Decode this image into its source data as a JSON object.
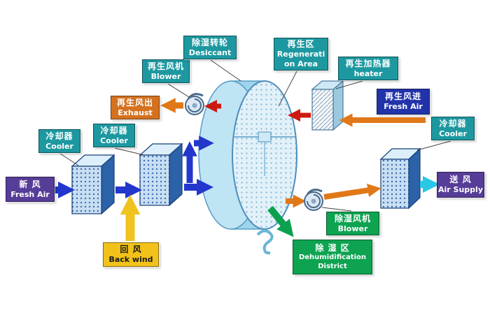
{
  "diagram": {
    "labels": {
      "fresh_air_in": {
        "zh": "新  风",
        "en": "Fresh Air"
      },
      "cooler1": {
        "zh": "冷却器",
        "en": "Cooler"
      },
      "cooler2": {
        "zh": "冷却器",
        "en": "Cooler"
      },
      "back_wind": {
        "zh": "回  风",
        "en": "Back wind"
      },
      "regen_blower": {
        "zh": "再生风机",
        "en": "Blower"
      },
      "exhaust": {
        "zh": "再生风出",
        "en": "Exhaust"
      },
      "desiccant": {
        "zh": "除湿转轮",
        "en": "Desiccant"
      },
      "regen_area": {
        "zh": "再生区",
        "en1": "Regenerati",
        "en2": "on Area"
      },
      "heater": {
        "zh": "再生加热器",
        "en": "heater"
      },
      "regen_fresh_air": {
        "zh": "再生风进",
        "en": "Fresh Air"
      },
      "cooler3": {
        "zh": "冷却器",
        "en": "Cooler"
      },
      "air_supply": {
        "zh": "送  风",
        "en": "Air Supply"
      },
      "dehum_blower": {
        "zh": "除湿风机",
        "en": "Blower"
      },
      "dehum_district": {
        "zh": "除 湿 区",
        "en1": "Dehumidification",
        "en2": "District"
      }
    },
    "colors": {
      "label_teal": "#1d98a0",
      "label_purple": "#563d97",
      "label_orange": "#d4711f",
      "label_yellow": "#f2c21a",
      "label_blue": "#2233aa",
      "label_green": "#0ea351",
      "arrow_blue": "#2337cc",
      "arrow_yellow": "#f0c31f",
      "arrow_red": "#cc1a10",
      "arrow_orange": "#e07818",
      "arrow_cyan": "#29c8e6",
      "arrow_green": "#0ba14f",
      "wheel_body": "#9fd4ec",
      "wheel_face": "#e2f1f9",
      "box_front": "#c8def2",
      "box_side": "#2c62a8"
    }
  }
}
